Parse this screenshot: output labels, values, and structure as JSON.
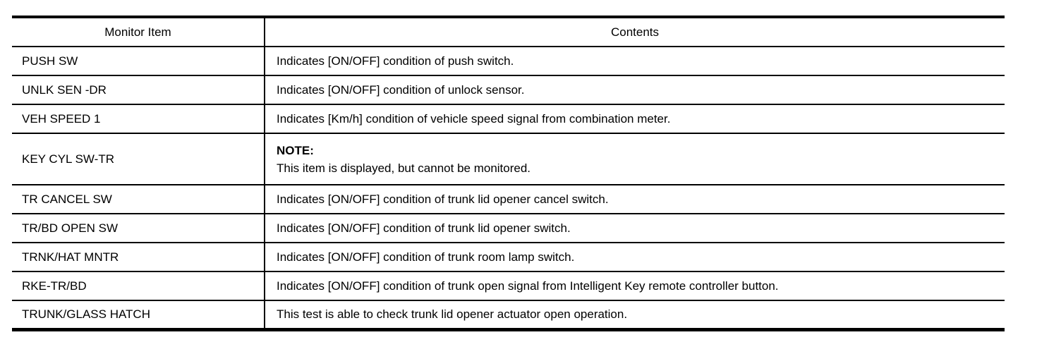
{
  "page": {
    "background_color": "#ffffff",
    "border_color": "#000000",
    "text_color": "#000000"
  },
  "table": {
    "columns": [
      {
        "label": "Monitor Item"
      },
      {
        "label": "Contents"
      }
    ],
    "rows": [
      {
        "item": "PUSH SW",
        "contents": "Indicates [ON/OFF] condition of push switch."
      },
      {
        "item": "UNLK SEN -DR",
        "contents": "Indicates [ON/OFF] condition of unlock sensor."
      },
      {
        "item": "VEH SPEED 1",
        "contents": "Indicates [Km/h] condition of vehicle speed signal from combination meter."
      },
      {
        "item": "KEY CYL SW-TR",
        "note_label": "NOTE:",
        "contents": "This item is displayed, but cannot be monitored."
      },
      {
        "item": "TR CANCEL SW",
        "contents": "Indicates [ON/OFF] condition of trunk lid opener cancel switch."
      },
      {
        "item": "TR/BD OPEN SW",
        "contents": "Indicates [ON/OFF] condition of trunk lid opener switch."
      },
      {
        "item": "TRNK/HAT MNTR",
        "contents": "Indicates [ON/OFF] condition of trunk room lamp switch."
      },
      {
        "item": "RKE-TR/BD",
        "contents": "Indicates [ON/OFF] condition of trunk open signal from Intelligent Key remote controller button."
      },
      {
        "item": "TRUNK/GLASS HATCH",
        "contents": "This test is able to check trunk lid opener actuator open operation."
      }
    ]
  }
}
